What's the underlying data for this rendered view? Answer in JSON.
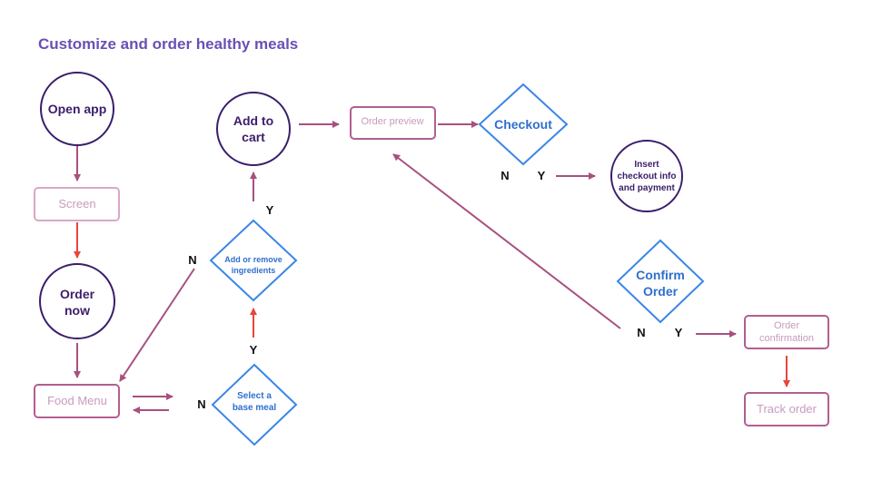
{
  "title": "Customize and order healthy meals",
  "nodes": {
    "open_app": "Open app",
    "screen": "Screen",
    "order_now": [
      "Order",
      "now"
    ],
    "food_menu": "Food Menu",
    "select_base": [
      "Select a",
      "base meal"
    ],
    "add_remove": [
      "Add or remove",
      "ingredients"
    ],
    "add_to_cart": [
      "Add to",
      "cart"
    ],
    "order_preview": "Order preview",
    "checkout": "Checkout",
    "insert_checkout": [
      "Insert",
      "checkout info",
      "and payment"
    ],
    "confirm_order": [
      "Confirm",
      "Order"
    ],
    "order_confirmation": [
      "Order",
      "confirmation"
    ],
    "track_order": "Track order"
  },
  "labels": {
    "n": "N",
    "y": "Y"
  },
  "colors": {
    "circle_stroke": "#3b1e6b",
    "box_stroke": "#b25e92",
    "diamond_stroke": "#3a86e8",
    "arrow_purple": "#a8507f",
    "arrow_red": "#e8453c",
    "title": "#6b4fb3"
  }
}
